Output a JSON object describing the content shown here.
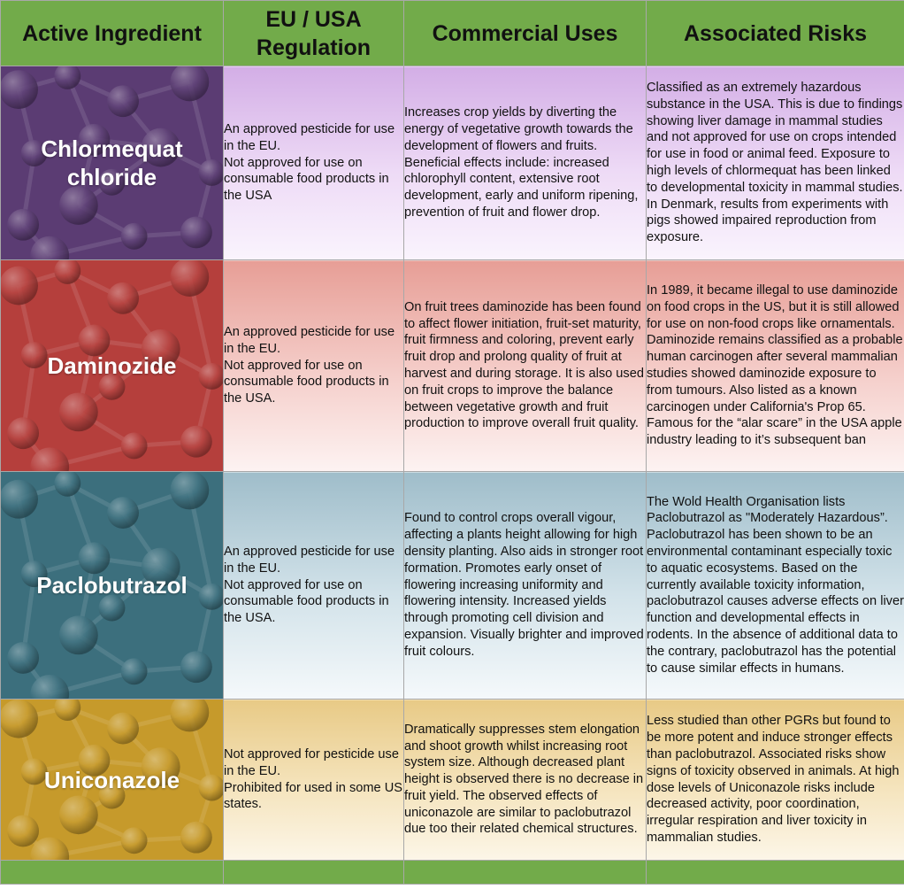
{
  "colors": {
    "header_green": "#72ab4a",
    "chlormequat": "#5b3d74",
    "daminozide": "#b5403d",
    "paclobutrazol": "#3c6f7d",
    "uniconazole": "#c79a2b"
  },
  "header": {
    "col1": "Active Ingredient",
    "col2_line1": "EU / USA",
    "col2_line2": "Regulation",
    "col3": "Commercial Uses",
    "col4": "Associated Risks"
  },
  "rows": [
    {
      "name_line1": "Chlormequat",
      "name_line2": "chloride",
      "regulation": "An approved pesticide for use in the EU.\nNot approved for use on consumable food products in the USA",
      "uses": "Increases crop yields by diverting the energy of vegetative growth towards the development of flowers and fruits. Beneficial effects include: increased chlorophyll content, extensive root development, early and uniform ripening, prevention of fruit and flower drop.",
      "risks": "Classified as an extremely hazardous substance in the USA. This is due to findings showing liver damage in mammal studies and not approved for use on crops intended for use in food or animal feed. Exposure to high levels of chlormequat has been linked to developmental toxicity in mammal studies. In Denmark, results from experiments with pigs showed impaired reproduction from exposure."
    },
    {
      "name_line1": "Daminozide",
      "name_line2": "",
      "regulation": "An approved pesticide for use in the EU.\nNot approved for use on consumable food products in the USA.",
      "uses": "On fruit trees daminozide has been found to affect flower initiation, fruit-set maturity, fruit firmness and coloring, prevent early fruit drop and prolong quality of fruit at harvest and during storage. It is also used on fruit crops to improve the balance between vegetative growth and fruit production to improve overall fruit quality.",
      "risks": "In 1989, it became illegal to use daminozide on food crops in the US, but it is still allowed for use on non-food crops like ornamentals. Daminozide remains classified as a probable human carcinogen after several mammalian studies showed daminozide exposure to from tumours. Also listed as a known carcinogen under California's Prop 65. Famous for the “alar scare” in the USA apple industry leading to it’s subsequent ban"
    },
    {
      "name_line1": "Paclobutrazol",
      "name_line2": "",
      "regulation": "An approved pesticide for use in the EU.\nNot approved for use on consumable food products in the USA.",
      "uses": "Found to control crops overall vigour, affecting a plants height allowing for high density planting. Also aids in stronger root formation. Promotes early onset of flowering increasing uniformity and flowering intensity. Increased yields through promoting cell division and expansion. Visually brighter and improved fruit colours.",
      "risks": "The Wold Health Organisation lists Paclobutrazol as \"Moderately Hazardous”. Paclobutrazol has been shown to be an environmental contaminant especially toxic to aquatic ecosystems. Based on the currently available toxicity information, paclobutrazol causes adverse effects on liver function and developmental effects in rodents. In the absence of additional data to the contrary, paclobutrazol has the potential to cause similar effects in humans."
    },
    {
      "name_line1": "Uniconazole",
      "name_line2": "",
      "regulation": "Not approved for pesticide use in the EU.\nProhibited for used in some US states.",
      "uses": "Dramatically suppresses stem elongation and shoot growth whilst increasing root system size. Although decreased plant height is observed there is no decrease in fruit yield. The observed effects of uniconazole are similar to paclobutrazol due too their related chemical structures.",
      "risks": "Less studied than other PGRs but found to be more potent and induce stronger effects than paclobutrazol. Associated risks show signs of toxicity observed in animals. At high dose levels of Uniconazole risks include decreased activity, poor coordination, irregular respiration and liver toxicity in mammalian studies."
    }
  ]
}
